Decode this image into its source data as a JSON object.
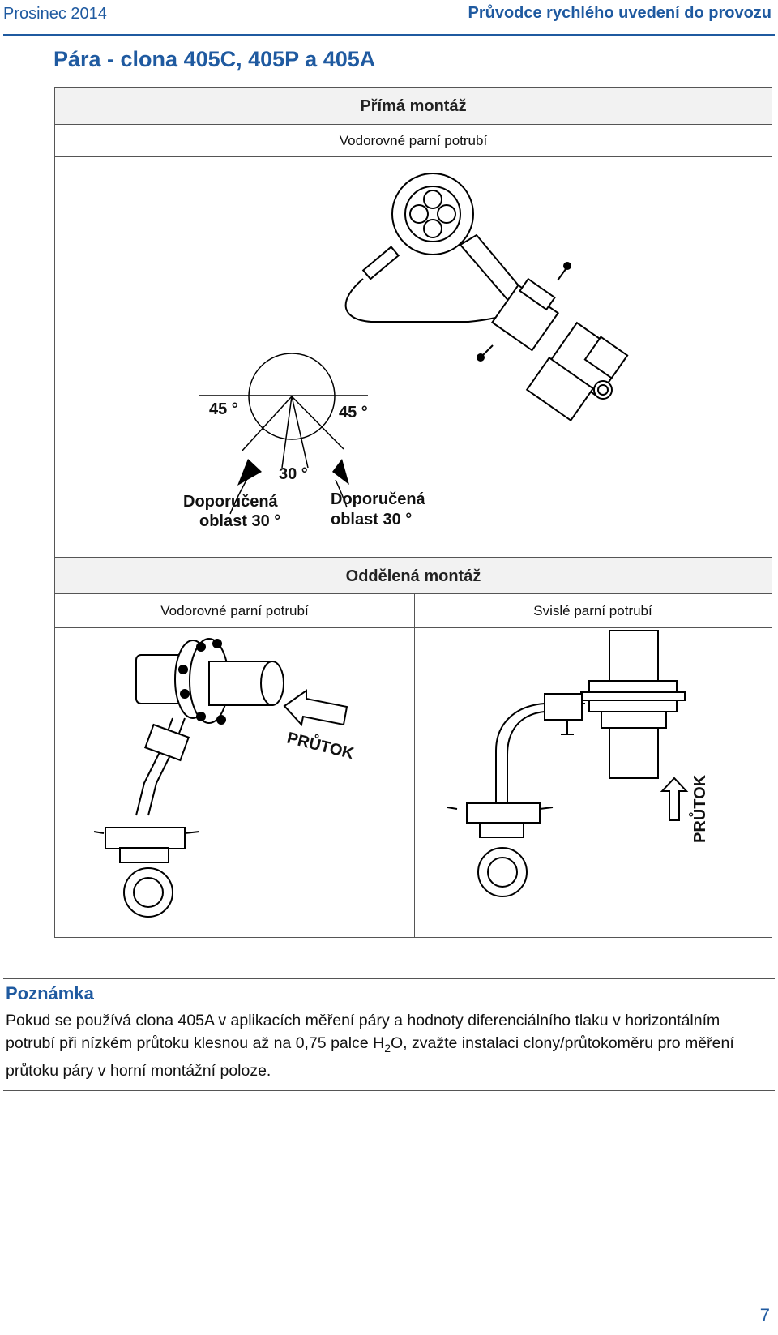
{
  "header": {
    "date": "Prosinec 2014",
    "guide_title": "Průvodce rychlého uvedení do provozu"
  },
  "section_title": "Pára - clona 405C, 405P a 405A",
  "table": {
    "direct_mount": {
      "heading": "Přímá montáž",
      "subheading": "Vodorovné parní potrubí"
    },
    "diagram_labels": {
      "angle_left": "45 °",
      "angle_right": "45 °",
      "angle_bottom": "30 °",
      "recommended_left_line1": "Doporučená",
      "recommended_left_line2": "oblast 30 °",
      "recommended_right_line1": "Doporučená",
      "recommended_right_line2": "oblast 30 °"
    },
    "remote_mount": {
      "heading": "Oddělená montáž",
      "left_col": "Vodorovné parní potrubí",
      "right_col": "Svislé parní potrubí",
      "flow_label_left": "PRŮTOK",
      "flow_label_right": "PRŮTOK"
    }
  },
  "note": {
    "title": "Poznámka",
    "text_before": "Pokud se používá clona 405A v aplikacích měření páry a hodnoty diferenciálního tlaku v horizontálním potrubí při nízkém průtoku klesnou až na 0,75 palce H",
    "subscript": "2",
    "text_after": "O, zvažte instalaci clony/průtokoměru pro měření průtoku páry v horní montážní poloze."
  },
  "page_number": "7",
  "colors": {
    "accent_blue": "#1f5aa0",
    "header_gray": "#f2f2f2"
  }
}
